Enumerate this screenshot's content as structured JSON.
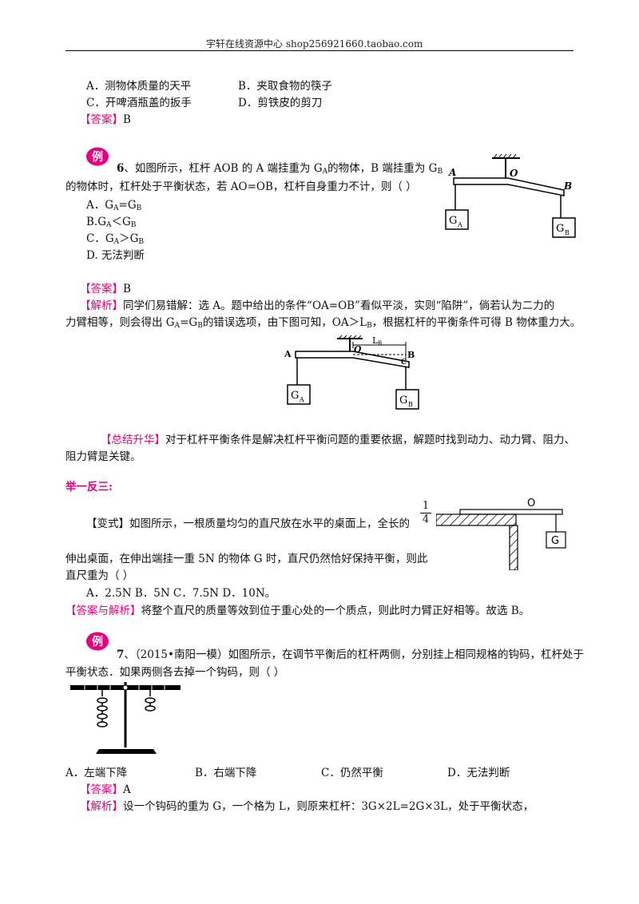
{
  "header": {
    "text": "宇轩在线资源中心   shop256921660.taobao.com"
  },
  "q5": {
    "optA": "A．测物体质量的天平",
    "optB": "B．夹取食物的筷子",
    "optC": "C．开啤酒瓶盖的扳手",
    "optD": "D．剪铁皮的剪刀",
    "answer_tag": "【答案】",
    "answer": "B"
  },
  "badge": {
    "label": "例"
  },
  "q6": {
    "num": "6",
    "line1": "、如图所示，杠杆 AOB 的 A 端挂重为 G",
    "line1b": "的物体，B 端挂重为 G",
    "line2": "的物体时，杠杆处于平衡状态，若 AO=OB，杠杆自身重力不计，则（   ）",
    "sA": "A",
    "sB": "B",
    "optA": "A．G",
    "optB": "B.G",
    "optC": "C．G",
    "optD": "D. 无法判断",
    "answer_tag": "【答案】",
    "answer": "B",
    "analysis_tag": "【解析】",
    "analysis1": "同学们易错解：选 A。题中给出的条件“OA=OB”看似平淡，实则“陷阱”，倘若认为二力的",
    "analysis2": "力臂相等，则会得出 G",
    "analysis2b": "=G",
    "analysis2c": "的错误选项，由下图可知，OA＞L",
    "analysis2d": "，根据杠杆的平衡条件可得 B 物体重力大。",
    "summary_tag": "【总结升华】",
    "summary1": "对于杠杆平衡条件是解决杠杆平衡问题的重要依据，解题时找到动力、动力臂、阻力、",
    "summary2": "阻力臂是关键。"
  },
  "section": {
    "title": "举一反三:"
  },
  "variant": {
    "tag": "【变式】",
    "line1": "如图所示，一根质量均匀的直尺放在水平的桌面上，全长的",
    "line2": "伸出桌面，在伸出端挂一重 5N 的物体 G 时，直尺仍然恰好保持平衡，则此",
    "line3": "直尺重为（      ）",
    "opts": "A．2.5N        B．5N        C．7.5N        D．10N。",
    "answer_tag": "【答案与解析】",
    "answer": "将整个直尺的质量等效到位于重心处的一个质点，则此时力臂正好相等。故选 B。",
    "fig_num": "1",
    "fig_den": "4",
    "fig_O": "O",
    "fig_G": "G"
  },
  "q7": {
    "num": "7",
    "line1": "、（2015•南阳一模）如图所示，在调节平衡后的杠杆两侧，分别挂上相同规格的钩码，杠杆处于",
    "line2": "平衡状态．如果两侧各去掉一个钩码，则（      ）",
    "optA": "A．左端下降",
    "optB": "B．右端下降",
    "optC": "C．仍然平衡",
    "optD": "D．无法判断",
    "answer_tag": "【答案】",
    "answer": "A",
    "analysis_tag": "【解析】",
    "analysis": "设一个钩码的重为 G，一个格为 L，则原来杠杆：3G×2L=2G×3L，处于平衡状态，"
  },
  "fig1": {
    "A": "A",
    "O": "O",
    "B": "B",
    "GA": "G",
    "GAs": "A",
    "GB": "G",
    "GBs": "B"
  },
  "fig2": {
    "A": "A",
    "O": "O",
    "LB": "L",
    "LBs": "B",
    "B": "B",
    "C": "C",
    "GA": "G",
    "GAs": "A",
    "GB": "G",
    "GBs": "B"
  }
}
